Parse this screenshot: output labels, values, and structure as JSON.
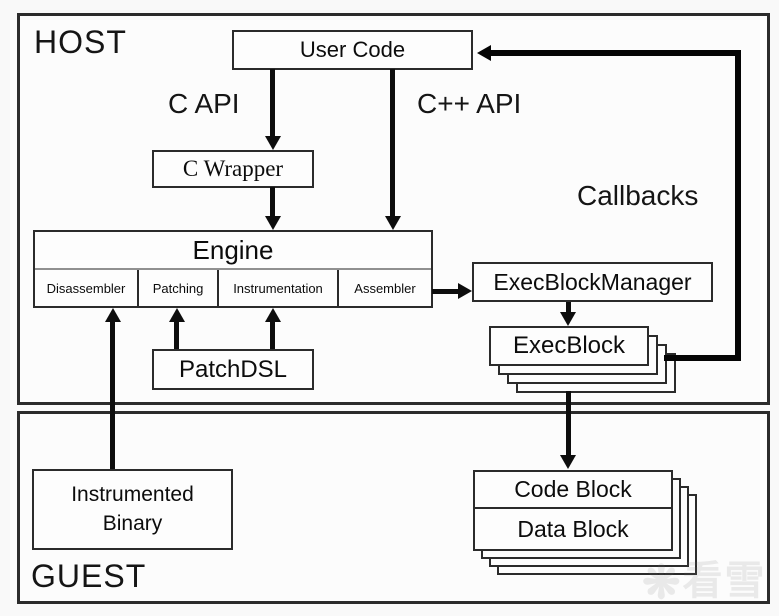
{
  "diagram": {
    "host_label": "HOST",
    "guest_label": "GUEST",
    "nodes": {
      "user_code": "User Code",
      "c_wrapper": "C Wrapper",
      "engine": "Engine",
      "engine_components": [
        "Disassembler",
        "Patching",
        "Instrumentation",
        "Assembler"
      ],
      "exec_block_manager": "ExecBlockManager",
      "exec_block": "ExecBlock",
      "patch_dsl": "PatchDSL",
      "instrumented_binary": "Instrumented Binary",
      "code_block": "Code Block",
      "data_block": "Data Block"
    },
    "edge_labels": {
      "c_api": "C API",
      "cpp_api": "C++ API",
      "callbacks": "Callbacks"
    },
    "watermark": {
      "snowflake_glyph": "❋",
      "text": "看雪"
    },
    "colors": {
      "background": "#f9f9f9",
      "box_fill": "#fdfdfd",
      "box_border": "#2b2b2b",
      "arrow": "#0d0d0d",
      "engine_divider": "#909090",
      "watermark": "#ececec"
    }
  }
}
